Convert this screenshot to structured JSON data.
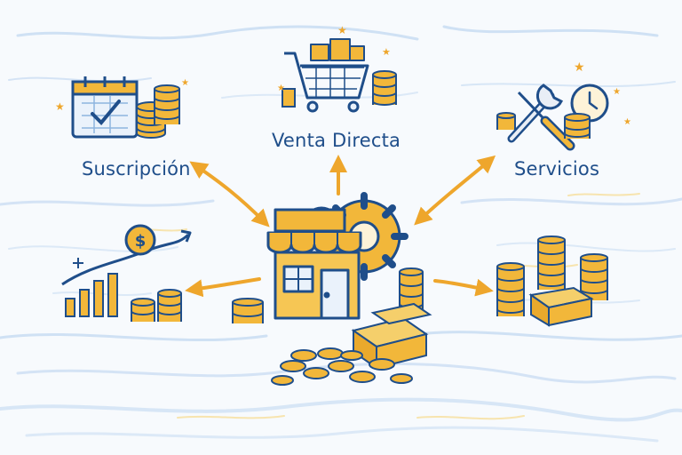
{
  "labels": {
    "subscription": "Suscripción",
    "direct_sale": "Venta Directa",
    "services": "Servicios"
  },
  "colors": {
    "ink": "#1f4e8a",
    "gold": "#f2b73a",
    "gold_dark": "#d08f1a",
    "arrow": "#eea62c",
    "wash": "#a8c8ec",
    "background": "#f7fafd"
  },
  "icons": {
    "subscription": [
      "calendar-icon",
      "coin-stack-icon"
    ],
    "direct_sale": [
      "shopping-cart-icon",
      "coin-stack-icon"
    ],
    "services": [
      "wrench-icon",
      "screwdriver-icon",
      "clock-icon",
      "coin-stack-icon"
    ],
    "growth": [
      "growth-chart-icon",
      "dollar-coin-icon",
      "coin-stack-icon"
    ],
    "wealth": [
      "coin-stack-icon",
      "money-bundle-icon"
    ],
    "center": [
      "store-icon",
      "gear-icon",
      "coin-pile-icon",
      "money-bundle-icon"
    ]
  }
}
